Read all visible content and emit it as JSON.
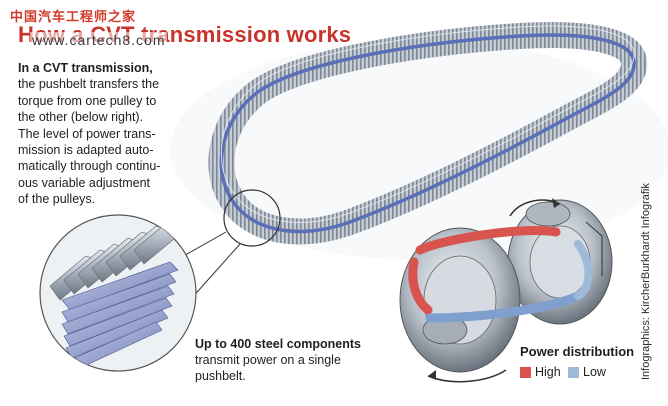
{
  "watermark": {
    "chinese": "中国汽车工程师之家",
    "url": "www.cartech8.com"
  },
  "title": "How a CVT transmission works",
  "description": {
    "lead": "In a CVT transmission,",
    "lines": [
      "the pushbelt transfers the",
      "torque from one pulley to",
      "the other (below right).",
      "The level of power trans-",
      "mission is adapted auto-",
      "matically through continu-",
      "ous variable adjustment",
      "of the pulleys."
    ]
  },
  "caption": {
    "lead": "Up to 400 steel components",
    "lines": [
      "transmit power on a single",
      "pushbelt."
    ]
  },
  "power_distribution": {
    "title": "Power distribution",
    "items": [
      {
        "label": "High",
        "color": "#d9534f"
      },
      {
        "label": "Low",
        "color": "#9fb9d9"
      }
    ]
  },
  "credit": "Infographics: KircherBurkhardt Infografik",
  "colors": {
    "title": "#c8342b",
    "belt_blue": "#5a6fb8",
    "belt_steel": "#9aa4b0",
    "high": "#d9534f",
    "low": "#9fb9d9"
  }
}
